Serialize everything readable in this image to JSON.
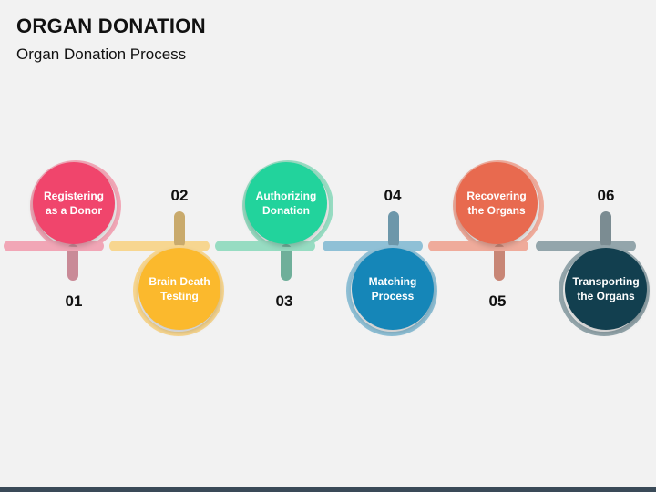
{
  "header": {
    "title": "ORGAN DONATION",
    "subtitle": "Organ Donation Process"
  },
  "steps": [
    {
      "number": "01",
      "label": "Registering as a Donor",
      "color": "#f0456c",
      "light": "#f1a6b6"
    },
    {
      "number": "02",
      "label": "Brain Death Testing",
      "color": "#fbb92d",
      "light": "#f7d690"
    },
    {
      "number": "03",
      "label": "Authorizing Donation",
      "color": "#22d39c",
      "light": "#97dcc2"
    },
    {
      "number": "04",
      "label": "Matching Process",
      "color": "#1586b8",
      "light": "#8fc0d6"
    },
    {
      "number": "05",
      "label": "Recovering the Organs",
      "color": "#e86a4f",
      "light": "#efab9b"
    },
    {
      "number": "06",
      "label": "Transporting the Organs",
      "color": "#123f4f",
      "light": "#93a5ab"
    }
  ]
}
